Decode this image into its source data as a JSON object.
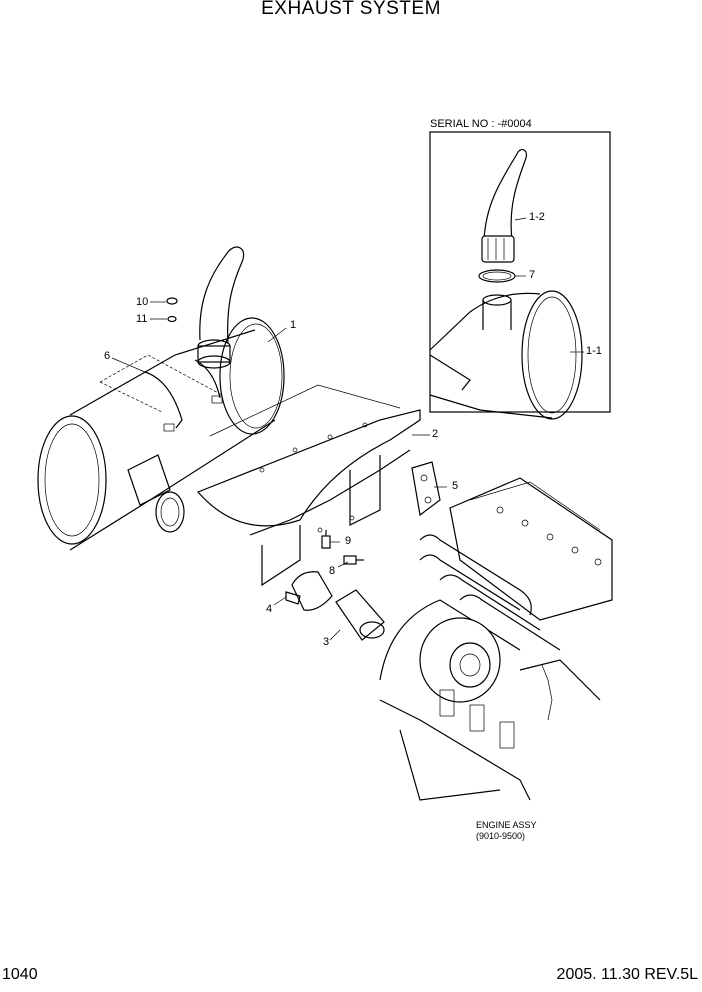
{
  "title": "EXHAUST SYSTEM",
  "serial_note": "SERIAL NO : -#0004",
  "engine_note": {
    "line1": "ENGINE ASSY",
    "line2": "(9010-9500)"
  },
  "footer": {
    "page_number": "1040",
    "revision": "2005. 11.30 REV.5L"
  },
  "callouts": {
    "c1": "1",
    "c1_1": "1-1",
    "c1_2": "1-2",
    "c2": "2",
    "c3": "3",
    "c4": "4",
    "c5": "5",
    "c6": "6",
    "c7": "7",
    "c8": "8",
    "c9": "9",
    "c10": "10",
    "c11": "11"
  }
}
